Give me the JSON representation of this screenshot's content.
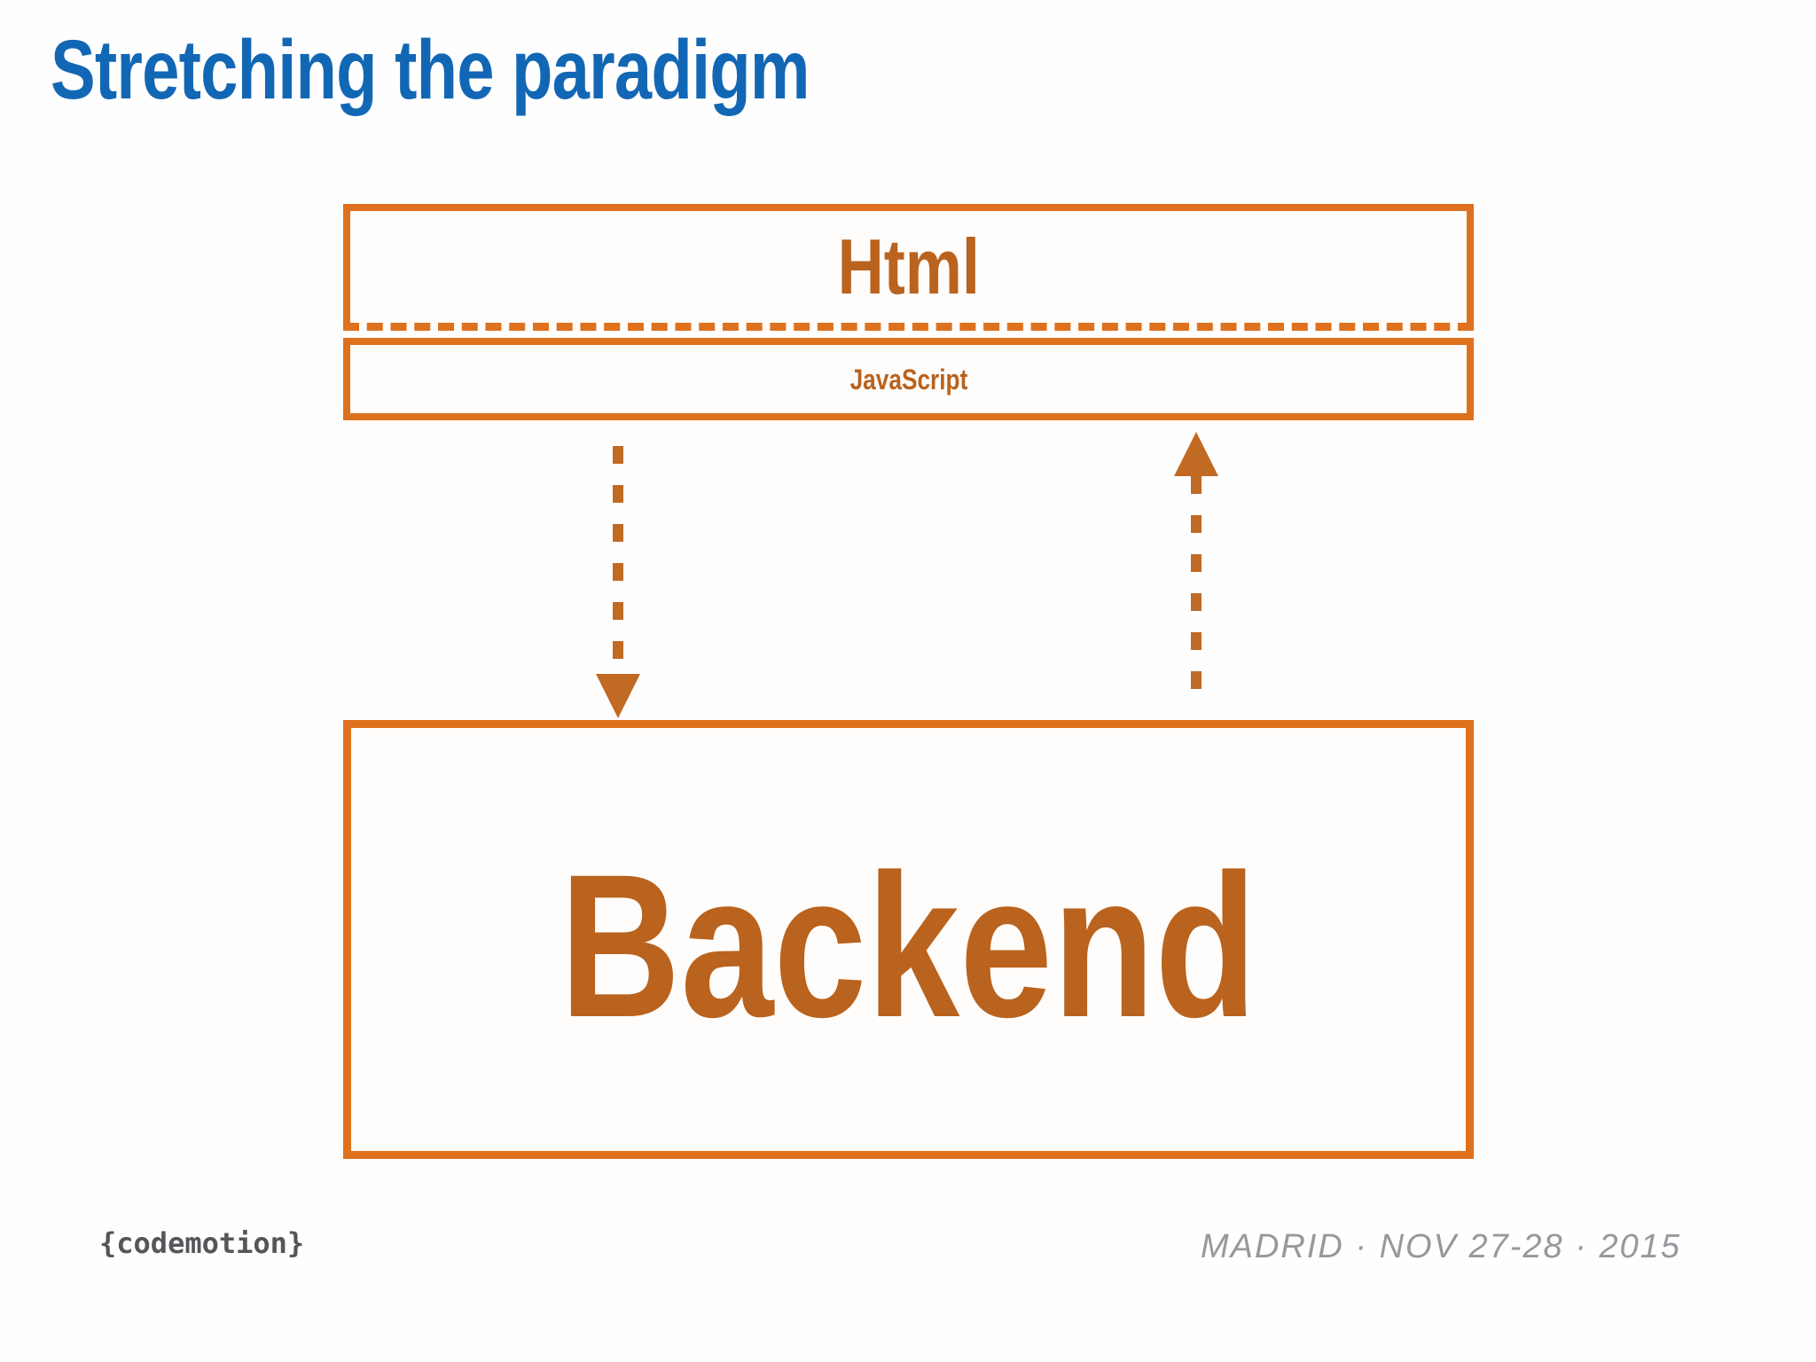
{
  "title": "Stretching the paradigm",
  "diagram": {
    "html_box": {
      "label": "Html"
    },
    "js_box": {
      "label": "JavaScript"
    },
    "backend_box": {
      "label": "Backend"
    },
    "arrows": [
      {
        "name": "down-arrow",
        "direction": "down",
        "style": "dashed"
      },
      {
        "name": "up-arrow",
        "direction": "up",
        "style": "dashed"
      }
    ]
  },
  "footer": {
    "logo": "{codemotion}",
    "event": "MADRID · NOV 27-28 · 2015"
  },
  "colors": {
    "title_blue": "#1267b5",
    "border_orange": "#de711e",
    "text_orange": "#b9631e",
    "arrow_orange": "#c06a24",
    "footer_gray": "#97979d",
    "logo_gray": "#55565a"
  }
}
